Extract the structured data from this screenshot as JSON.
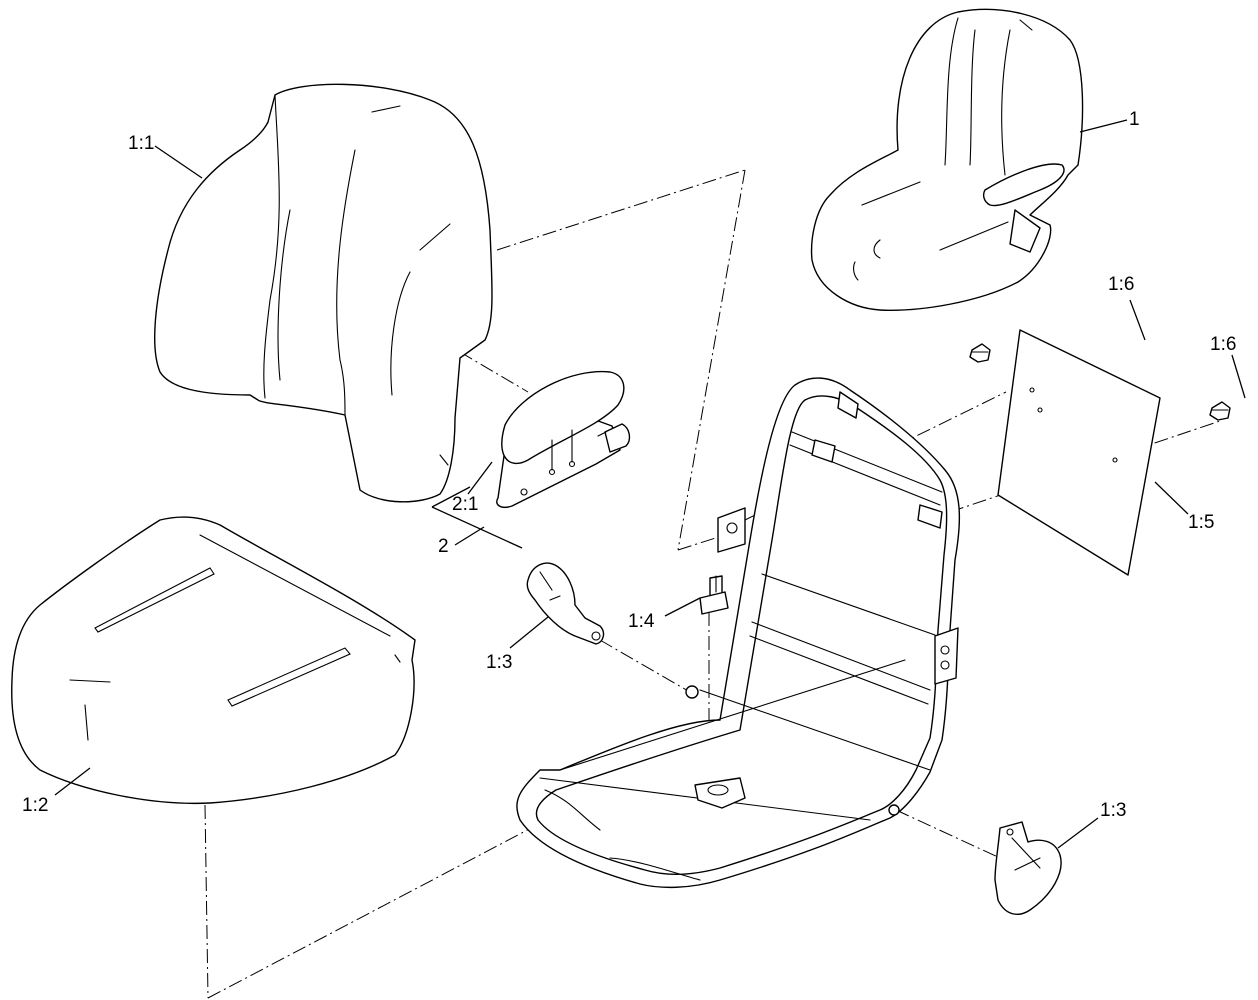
{
  "callouts": {
    "assembly": "1",
    "backrest_cushion": "1:1",
    "seat_cushion": "1:2",
    "seat_belt_left": "1:3",
    "seat_belt_right": "1:3",
    "seat_switch": "1:4",
    "back_plate": "1:5",
    "bolt_upper": "1:6",
    "bolt_lower": "1:6",
    "armrest_kit": "2",
    "armrest": "2:1"
  },
  "colors": {
    "ink": "#000000",
    "paper": "#ffffff"
  }
}
